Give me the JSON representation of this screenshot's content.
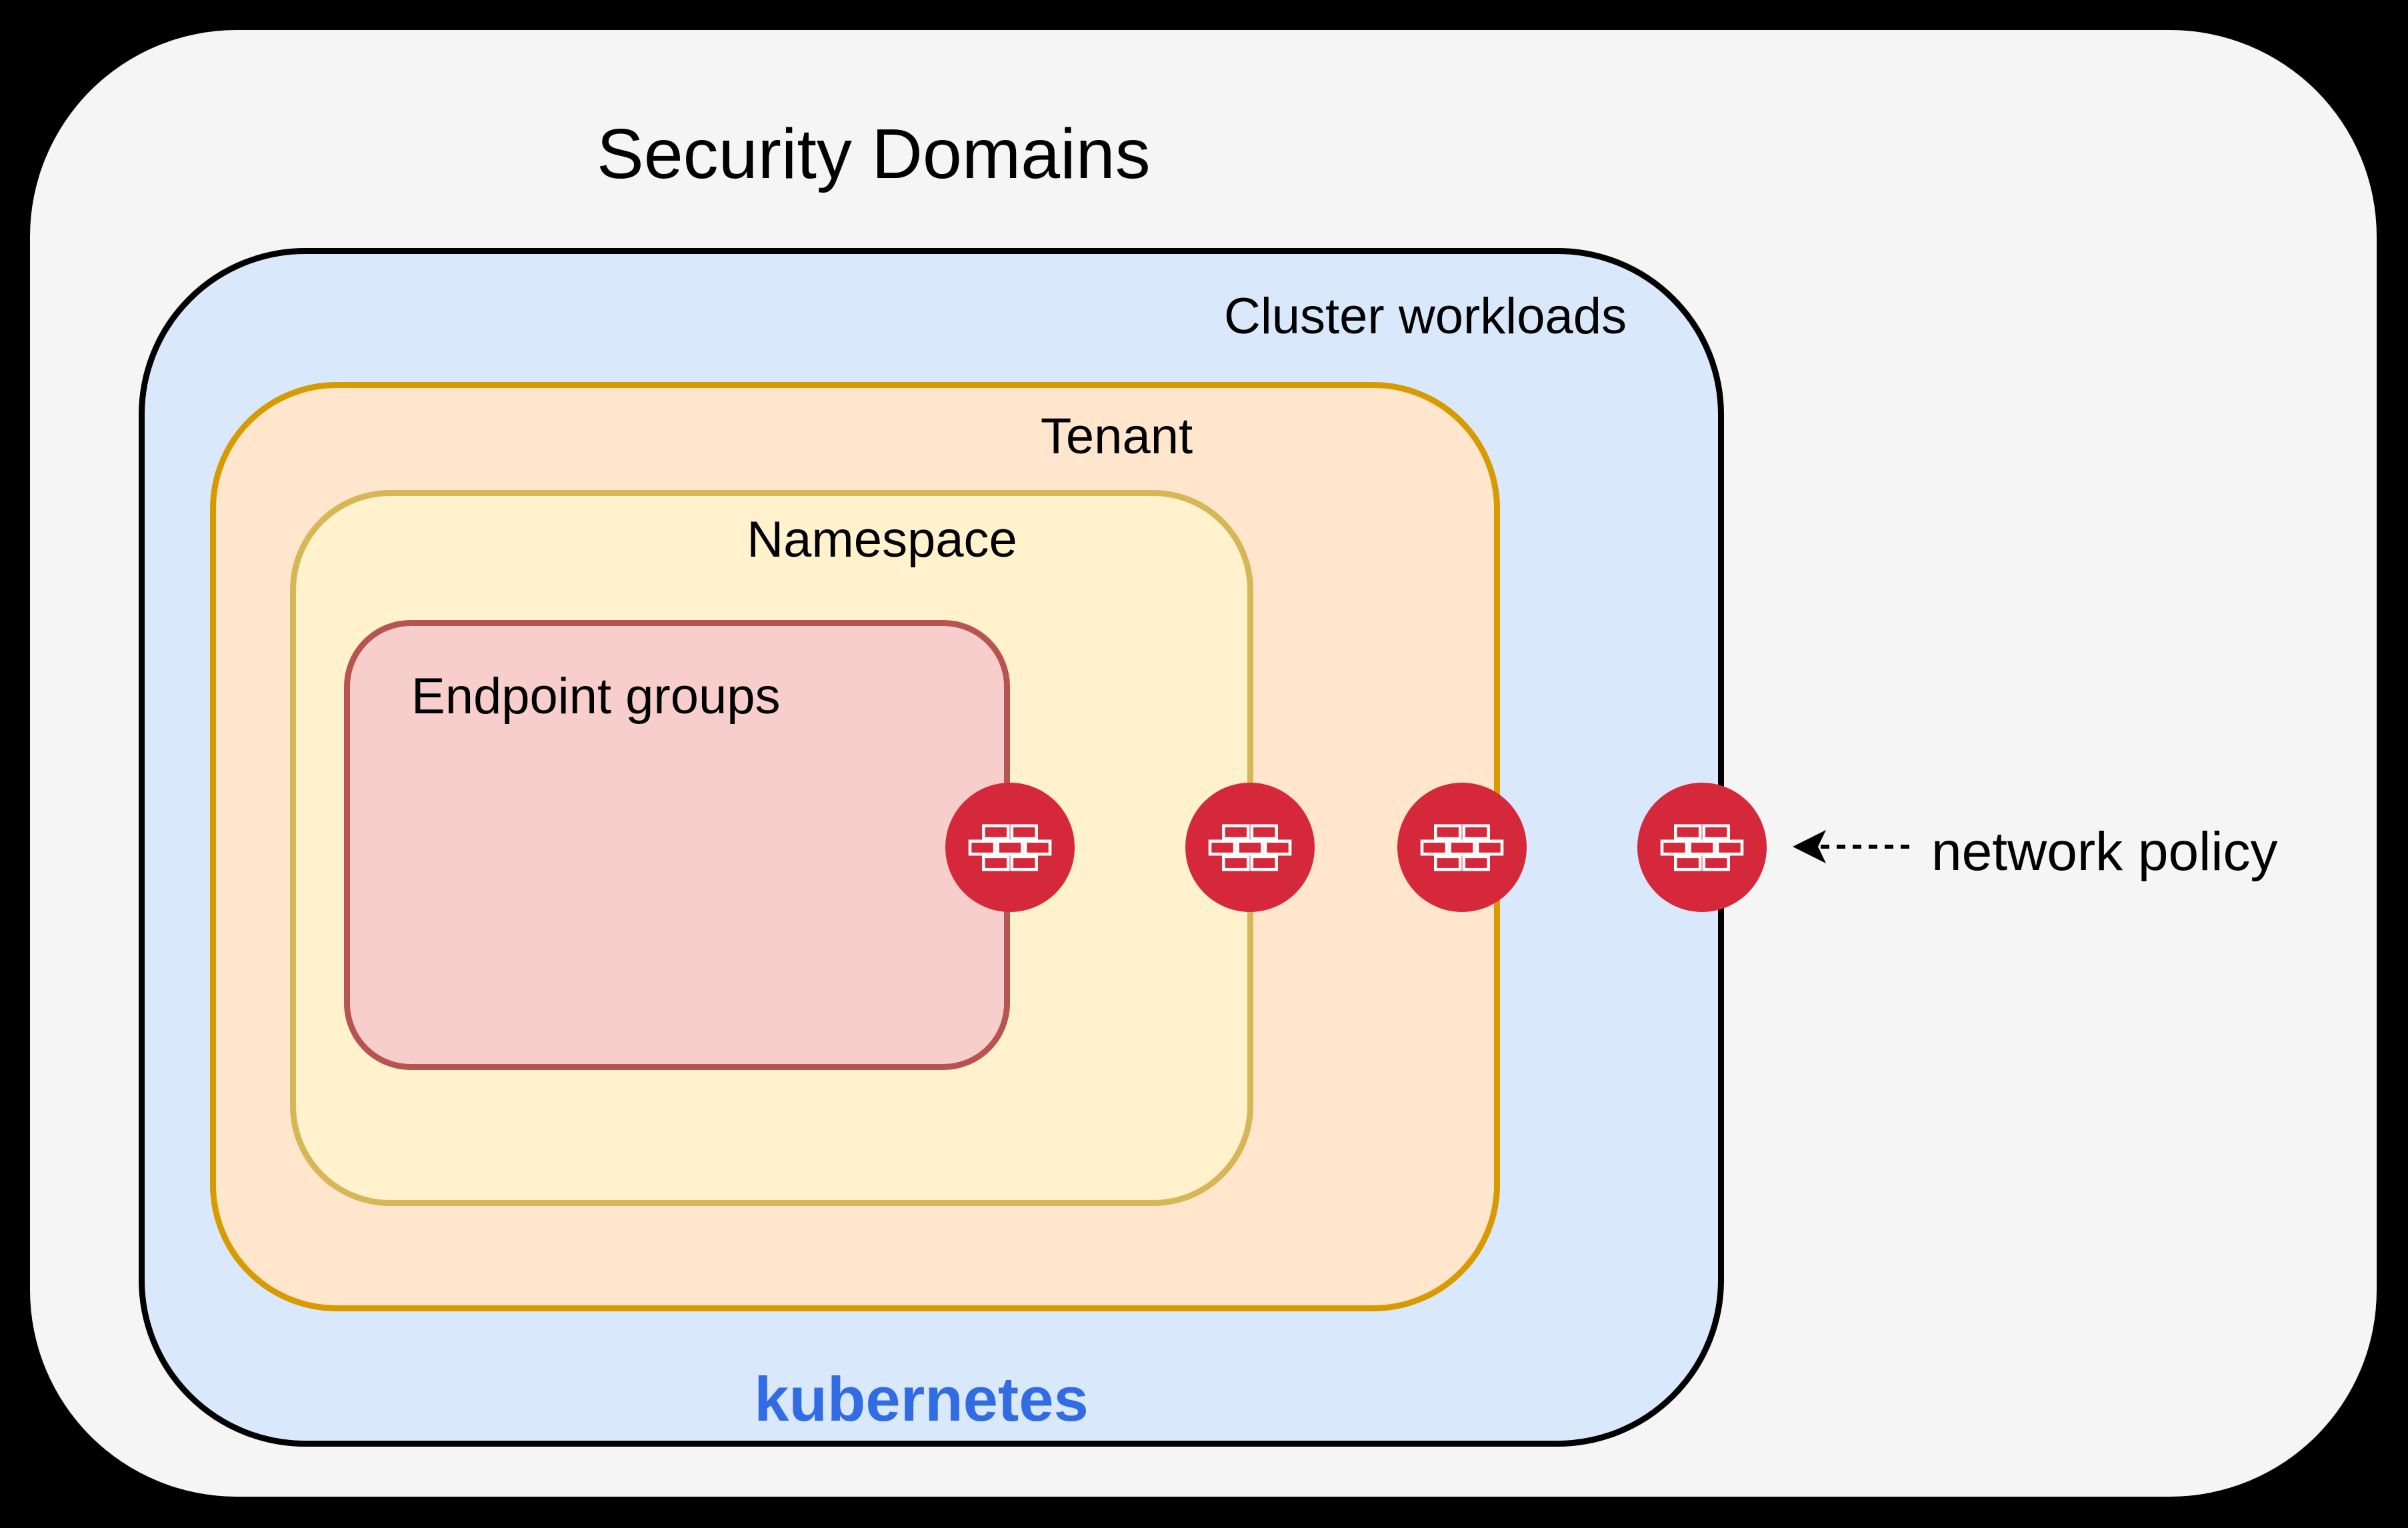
{
  "title": "Security Domains",
  "diagram": {
    "domains": [
      {
        "id": "cluster-workloads",
        "label": "Cluster workloads",
        "fill": "#dae8fc",
        "border": "#000000"
      },
      {
        "id": "tenant",
        "label": "Tenant",
        "fill": "#ffe6cc",
        "border": "#d79b00"
      },
      {
        "id": "namespace",
        "label": "Namespace",
        "fill": "#fff2cc",
        "border": "#d6b656"
      },
      {
        "id": "endpoint-groups",
        "label": "Endpoint groups",
        "fill": "#f8cecc",
        "border": "#b85450"
      }
    ],
    "platform": {
      "label": "kubernetes",
      "color": "#326ce5"
    },
    "network_policy": {
      "label": "network policy",
      "icon": "firewall-brick-wall-icon",
      "icon_color": "#d5283a",
      "icon_count": 4
    },
    "colors": {
      "background": "#000000",
      "surface": "#f5f5f5",
      "text": "#000000"
    }
  }
}
